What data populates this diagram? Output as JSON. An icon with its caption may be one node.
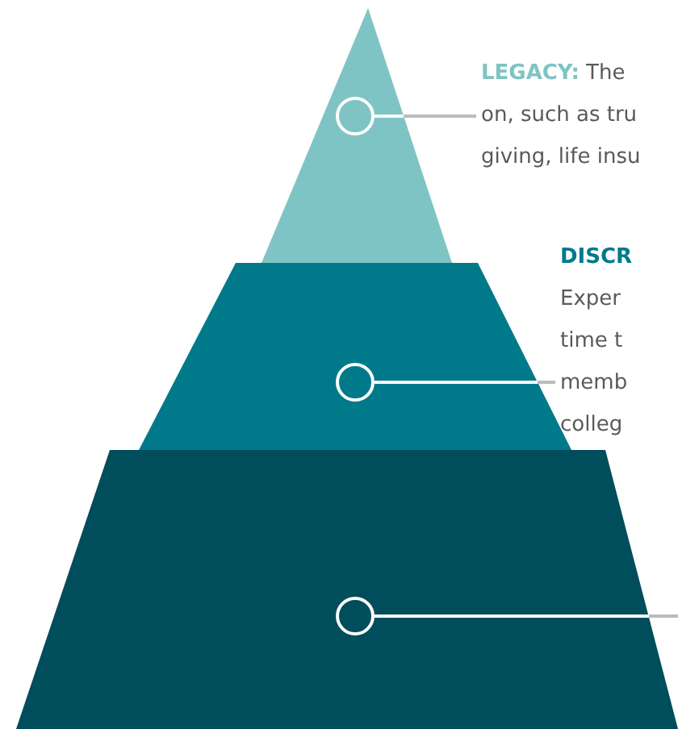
{
  "diagram": {
    "nodes": [
      {
        "text": [],
        "shape": "triangle"
      },
      {
        "text": [],
        "shape": "circle",
        "in": 0
      },
      {
        "text": [],
        "shape": "trapezoid"
      },
      {
        "text": [],
        "shape": "circle",
        "in": 2
      },
      {
        "text": [],
        "shape": "trapezoid"
      },
      {
        "text": [],
        "shape": "circle",
        "in": 4
      },
      {
        "text": [
          "**LEGACY:** The on, such as tru giving, life insu"
        ]
      },
      {
        "text": [
          "DISCR",
          "Exper time t memb colleg"
        ]
      }
    ],
    "edges": [
      {
        "from": 6,
        "to": 1,
        "arrow": "none"
      },
      {
        "from": 7,
        "to": 3,
        "arrow": "none"
      },
      {
        "from": null,
        "to": 5,
        "arrow": "none"
      }
    ]
  }
}
